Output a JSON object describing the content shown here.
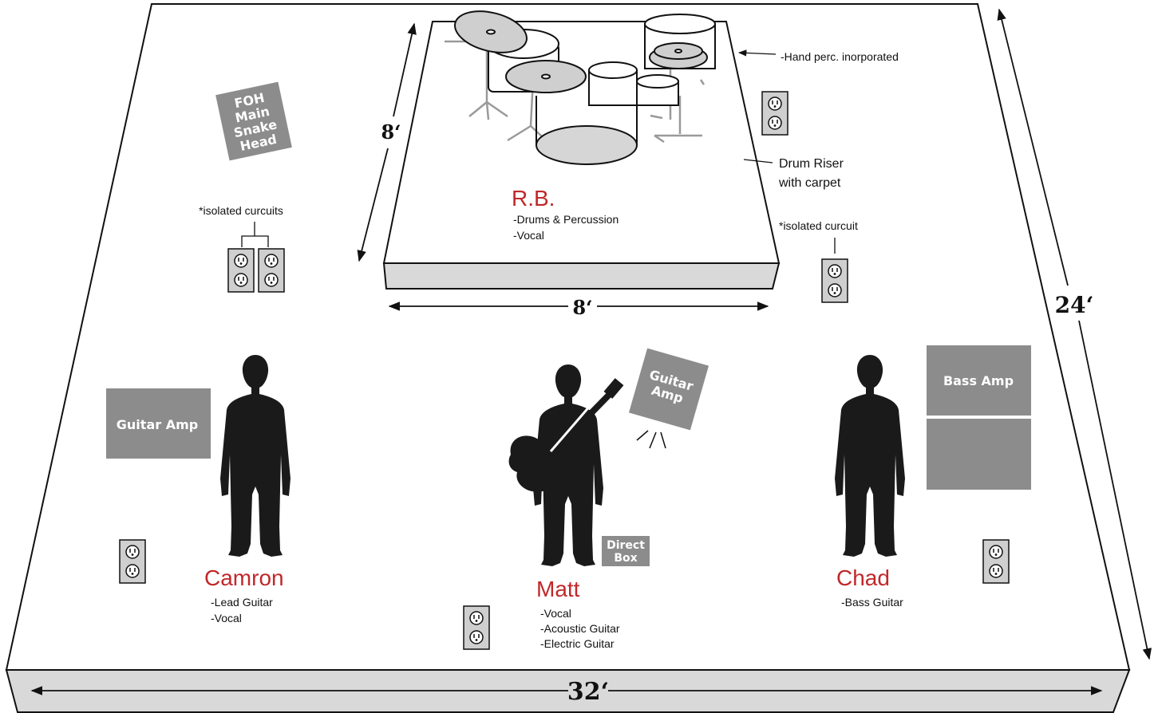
{
  "stage": {
    "width_label": "32‘",
    "depth_label": "24‘"
  },
  "riser": {
    "depth_label": "8‘",
    "width_label": "8‘",
    "hand_perc_note": "-Hand perc. inorporated",
    "riser_note_line1": "Drum Riser",
    "riser_note_line2": "with carpet",
    "isolated_note": "*isolated curcuit"
  },
  "foh": {
    "line1": "FOH",
    "line2": "Main",
    "line3": "Snake",
    "line4": "Head"
  },
  "left_outlets": {
    "note": "*isolated curcuits"
  },
  "performers": {
    "rb": {
      "name": "R.B.",
      "role1": "-Drums & Percussion",
      "role2": "-Vocal"
    },
    "camron": {
      "name": "Camron",
      "role1": "-Lead Guitar",
      "role2": "-Vocal"
    },
    "matt": {
      "name": "Matt",
      "role1": "-Vocal",
      "role2": "-Acoustic Guitar",
      "role3": "-Electric Guitar"
    },
    "chad": {
      "name": "Chad",
      "role1": "-Bass Guitar"
    }
  },
  "equipment": {
    "left_amp": "Guitar Amp",
    "center_amp_line1": "Guitar",
    "center_amp_line2": "Amp",
    "direct_box_line1": "Direct",
    "direct_box_line2": "Box",
    "bass_amp": "Bass Amp"
  },
  "colors": {
    "name_red": "#c0282a",
    "equipment_gray": "#8c8c8c",
    "riser_front_gray": "#d9d9d9",
    "silhouette": "#1a1a1a",
    "cymbal_gray": "#cfcfcf"
  }
}
